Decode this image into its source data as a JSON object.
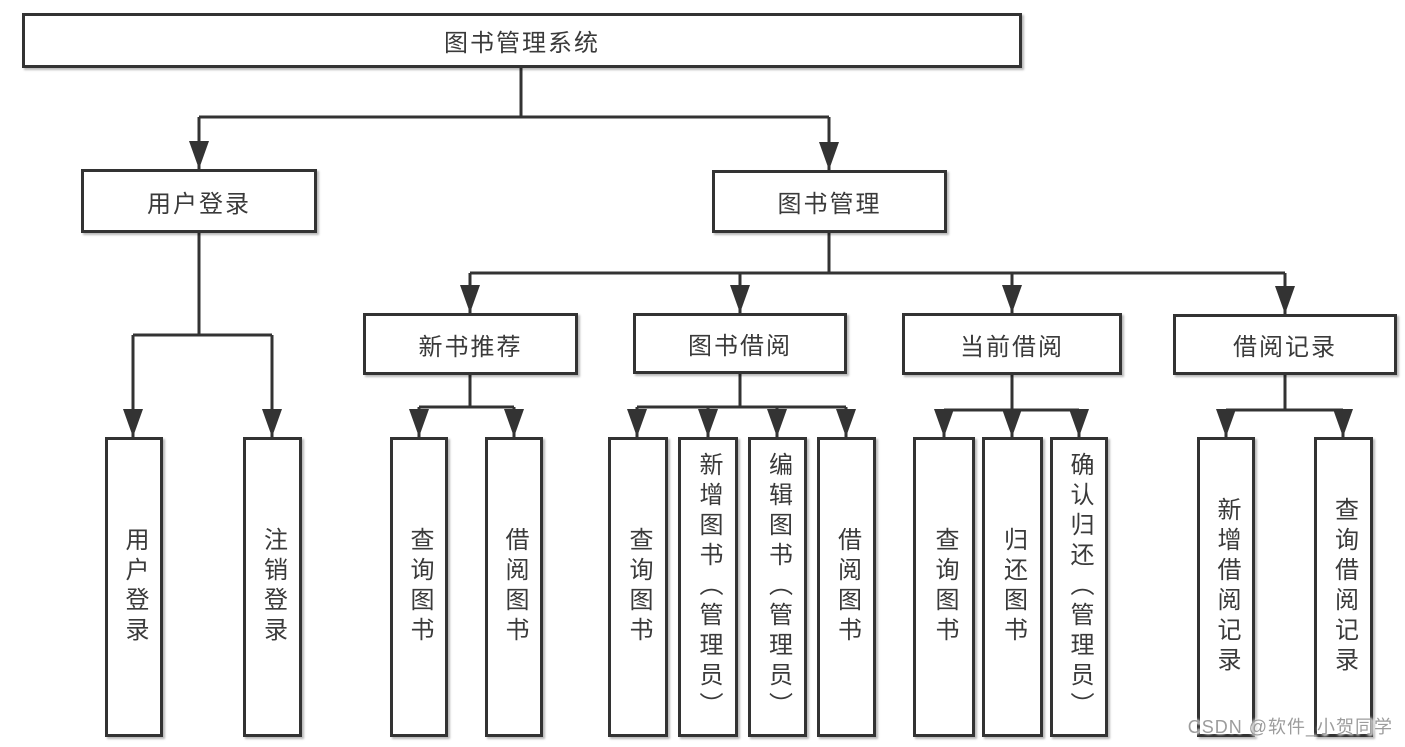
{
  "diagram": {
    "type": "hierarchy-tree",
    "title": "图书管理系统",
    "colors": {
      "line": "#333333",
      "box_border": "#333333",
      "box_background": "#ffffff",
      "text": "#3a3a3a",
      "watermark": "#9c9c9c"
    },
    "nodes": {
      "root": "图书管理系统",
      "user_login": "用户登录",
      "book_mgmt": "图书管理",
      "new_book_rec": "新书推荐",
      "book_borrow": "图书借阅",
      "current_borrow": "当前借阅",
      "borrow_record": "借阅记录",
      "leaf_user_login": "用户登录",
      "leaf_logout": "注销登录",
      "leaf_query_book_1": "查询图书",
      "leaf_borrow_book_1": "借阅图书",
      "leaf_query_book_2": "查询图书",
      "leaf_add_book": "新增图书（管理员）",
      "leaf_edit_book": "编辑图书（管理员）",
      "leaf_borrow_book_2": "借阅图书",
      "leaf_query_book_3": "查询图书",
      "leaf_return_book": "归还图书",
      "leaf_confirm_return": "确认归还（管理员）",
      "leaf_add_record": "新增借阅记录",
      "leaf_query_record": "查询借阅记录"
    },
    "hierarchy": {
      "图书管理系统": {
        "用户登录": [
          "用户登录",
          "注销登录"
        ],
        "图书管理": {
          "新书推荐": [
            "查询图书",
            "借阅图书"
          ],
          "图书借阅": [
            "查询图书",
            "新增图书（管理员）",
            "编辑图书（管理员）",
            "借阅图书"
          ],
          "当前借阅": [
            "查询图书",
            "归还图书",
            "确认归还（管理员）"
          ],
          "借阅记录": [
            "新增借阅记录",
            "查询借阅记录"
          ]
        }
      }
    }
  },
  "watermark": "CSDN @软件_小贺同学"
}
